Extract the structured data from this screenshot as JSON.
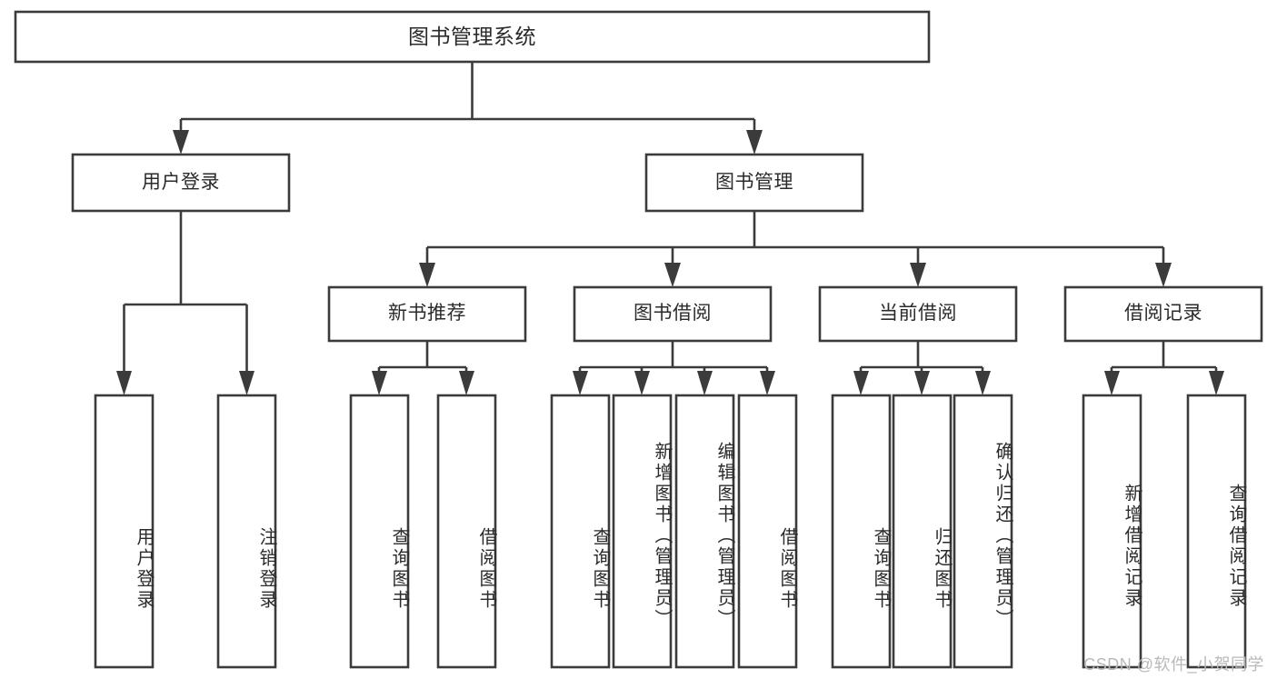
{
  "diagram": {
    "title": "图书管理系统",
    "type": "hierarchy-tree",
    "watermark": "CSDN @软件_小贺同学",
    "colors": {
      "stroke": "#3b3b3b",
      "box_fill": "#ffffff",
      "text": "#2b2b2b",
      "watermark": "#b9b9b9",
      "background": "#ffffff"
    },
    "levels": [
      {
        "level": 1,
        "nodes": [
          {
            "id": "root",
            "label": "图书管理系统",
            "orientation": "horizontal"
          }
        ]
      },
      {
        "level": 2,
        "nodes": [
          {
            "id": "user-login",
            "label": "用户登录",
            "orientation": "horizontal",
            "parent": "root"
          },
          {
            "id": "book-manage",
            "label": "图书管理",
            "orientation": "horizontal",
            "parent": "root"
          }
        ]
      },
      {
        "level": 3,
        "nodes": [
          {
            "id": "new-book-recommend",
            "label": "新书推荐",
            "orientation": "horizontal",
            "parent": "book-manage"
          },
          {
            "id": "book-borrow",
            "label": "图书借阅",
            "orientation": "horizontal",
            "parent": "book-manage"
          },
          {
            "id": "current-borrow",
            "label": "当前借阅",
            "orientation": "horizontal",
            "parent": "book-manage"
          },
          {
            "id": "borrow-record",
            "label": "借阅记录",
            "orientation": "horizontal",
            "parent": "book-manage"
          }
        ]
      },
      {
        "level": 4,
        "nodes": [
          {
            "id": "leaf-user-login",
            "label": "用户登录",
            "orientation": "vertical",
            "parent": "user-login"
          },
          {
            "id": "leaf-logout-login",
            "label": "注销登录",
            "orientation": "vertical",
            "parent": "user-login"
          },
          {
            "id": "leaf-query-book-1",
            "label": "查询图书",
            "orientation": "vertical",
            "parent": "new-book-recommend"
          },
          {
            "id": "leaf-borrow-book-1",
            "label": "借阅图书",
            "orientation": "vertical",
            "parent": "new-book-recommend"
          },
          {
            "id": "leaf-query-book-2",
            "label": "查询图书",
            "orientation": "vertical",
            "parent": "book-borrow"
          },
          {
            "id": "leaf-add-book",
            "label": "新增图书（管理员）",
            "orientation": "vertical",
            "parent": "book-borrow"
          },
          {
            "id": "leaf-edit-book",
            "label": "编辑图书（管理员）",
            "orientation": "vertical",
            "parent": "book-borrow"
          },
          {
            "id": "leaf-borrow-book-2",
            "label": "借阅图书",
            "orientation": "vertical",
            "parent": "book-borrow"
          },
          {
            "id": "leaf-query-book-3",
            "label": "查询图书",
            "orientation": "vertical",
            "parent": "current-borrow"
          },
          {
            "id": "leaf-return-book",
            "label": "归还图书",
            "orientation": "vertical",
            "parent": "current-borrow"
          },
          {
            "id": "leaf-confirm-return",
            "label": "确认归还（管理员）",
            "orientation": "vertical",
            "parent": "current-borrow"
          },
          {
            "id": "leaf-add-record",
            "label": "新增借阅记录",
            "orientation": "vertical",
            "parent": "borrow-record"
          },
          {
            "id": "leaf-query-record",
            "label": "查询借阅记录",
            "orientation": "vertical",
            "parent": "borrow-record"
          }
        ]
      }
    ]
  }
}
